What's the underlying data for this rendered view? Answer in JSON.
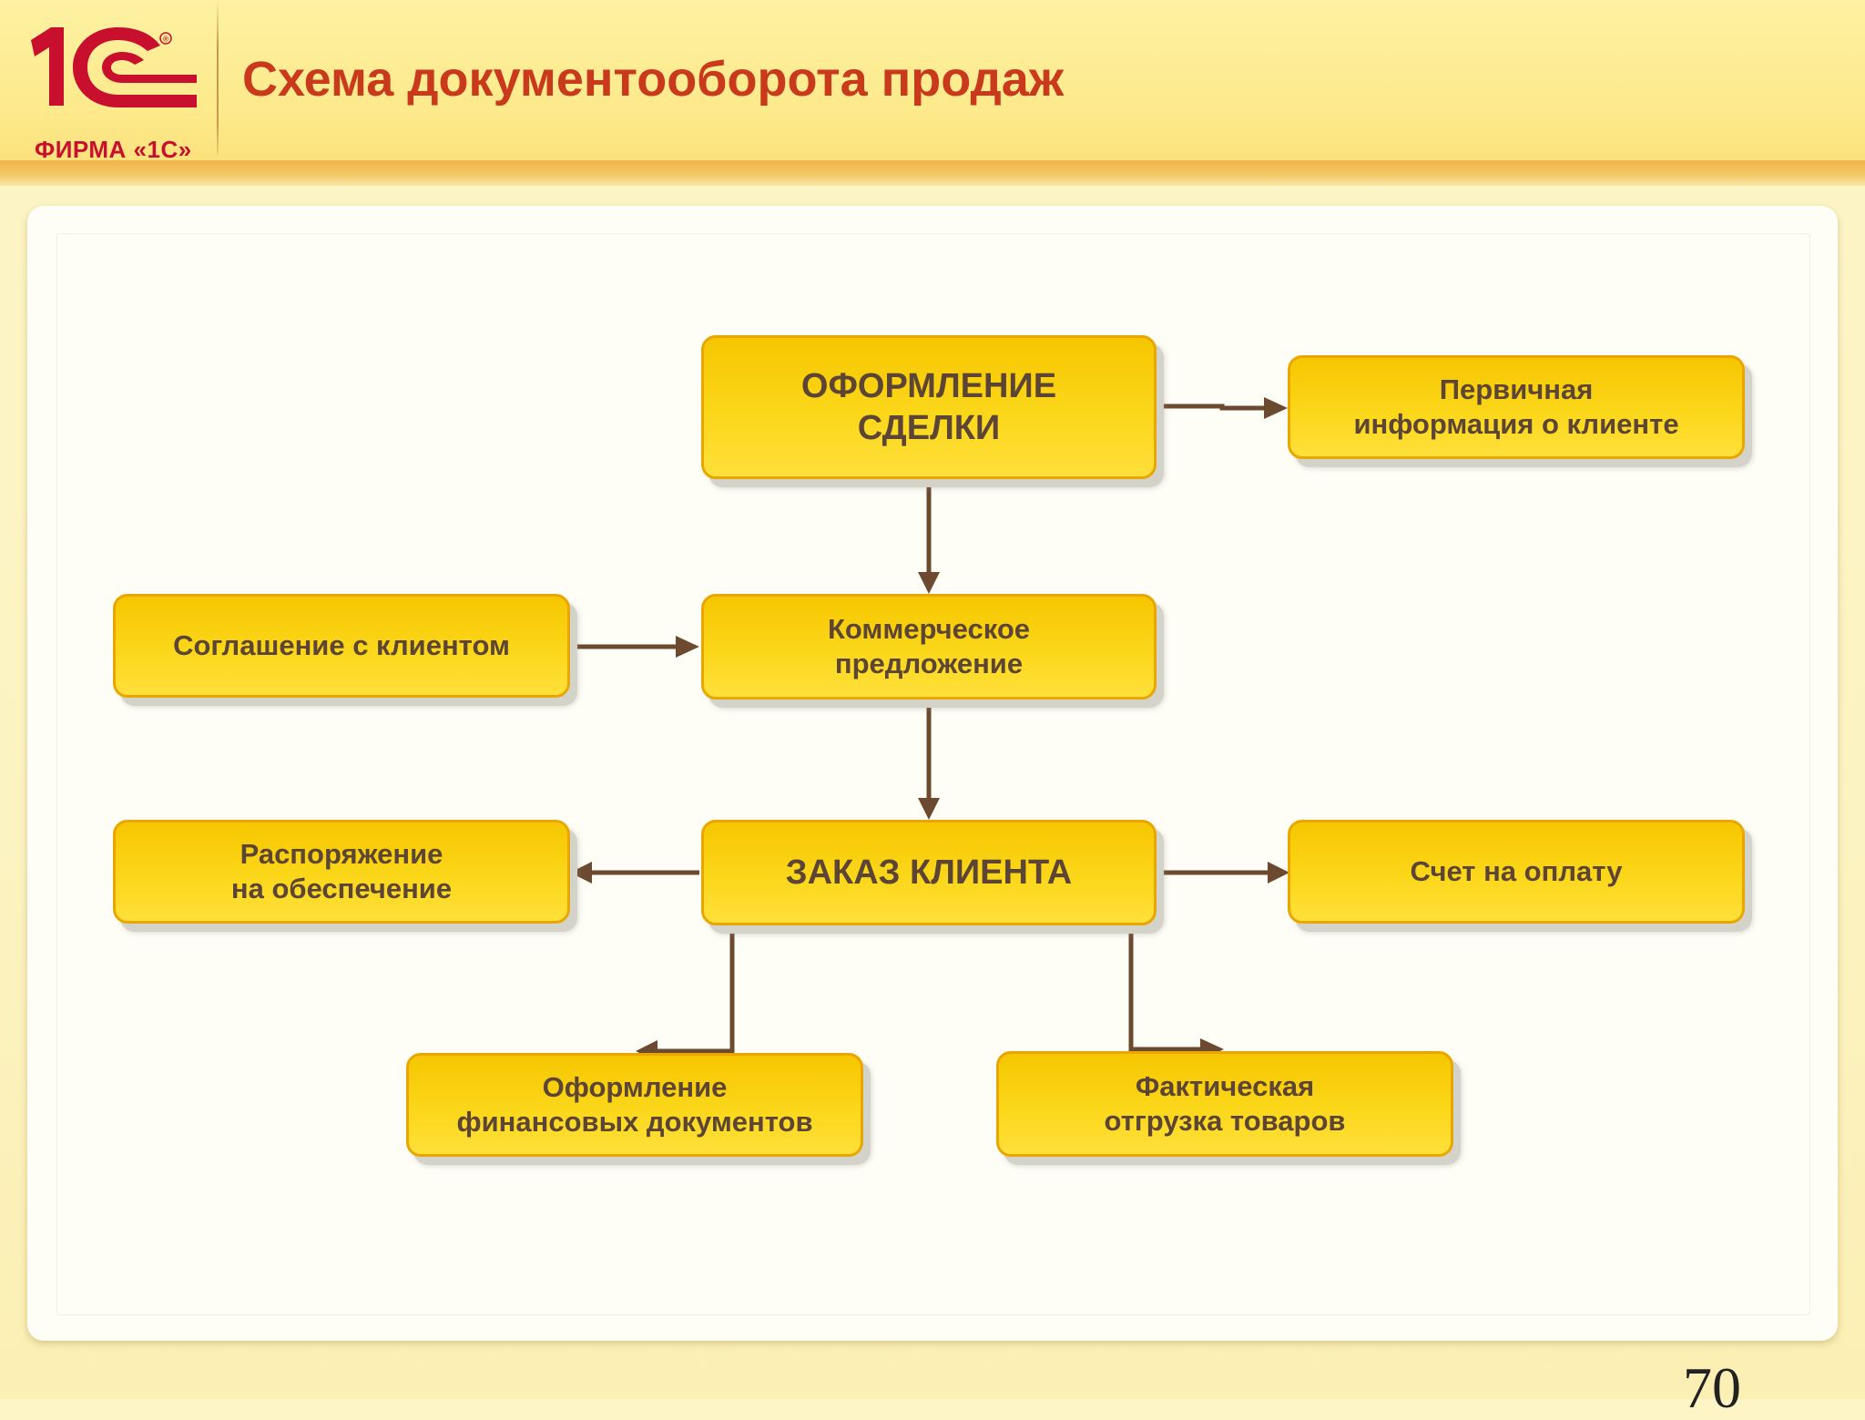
{
  "header": {
    "title": "Схема документооборота продаж",
    "logo": {
      "mark": "1С",
      "registered": "®",
      "caption": "ФИРМА «1С»"
    }
  },
  "diagram": {
    "nodes": {
      "deal": "ОФОРМЛЕНИЕ\nСДЕЛКИ",
      "primary_info": "Первичная\nинформация о клиенте",
      "agreement": "Соглашение с клиентом",
      "commercial_offer": "Коммерческое\nпредложение",
      "provision_order": "Распоряжение\nна обеспечение",
      "client_order": "ЗАКАЗ КЛИЕНТА",
      "invoice": "Счет на оплату",
      "financial_docs": "Оформление\nфинансовых документов",
      "shipment": "Фактическая\nотгрузка товаров"
    },
    "edges": [
      {
        "from": "deal",
        "to": "primary_info"
      },
      {
        "from": "deal",
        "to": "commercial_offer"
      },
      {
        "from": "agreement",
        "to": "commercial_offer"
      },
      {
        "from": "commercial_offer",
        "to": "client_order"
      },
      {
        "from": "client_order",
        "to": "provision_order"
      },
      {
        "from": "client_order",
        "to": "invoice"
      },
      {
        "from": "client_order",
        "to": "financial_docs"
      },
      {
        "from": "client_order",
        "to": "shipment"
      }
    ]
  },
  "page_number": "70",
  "colors": {
    "title": "#c93a1c",
    "logo_red": "#c8102e",
    "node_fill": "#fbd71a",
    "node_border": "#e9a600",
    "node_text": "#5d4535",
    "connector": "#6b4a2f"
  }
}
